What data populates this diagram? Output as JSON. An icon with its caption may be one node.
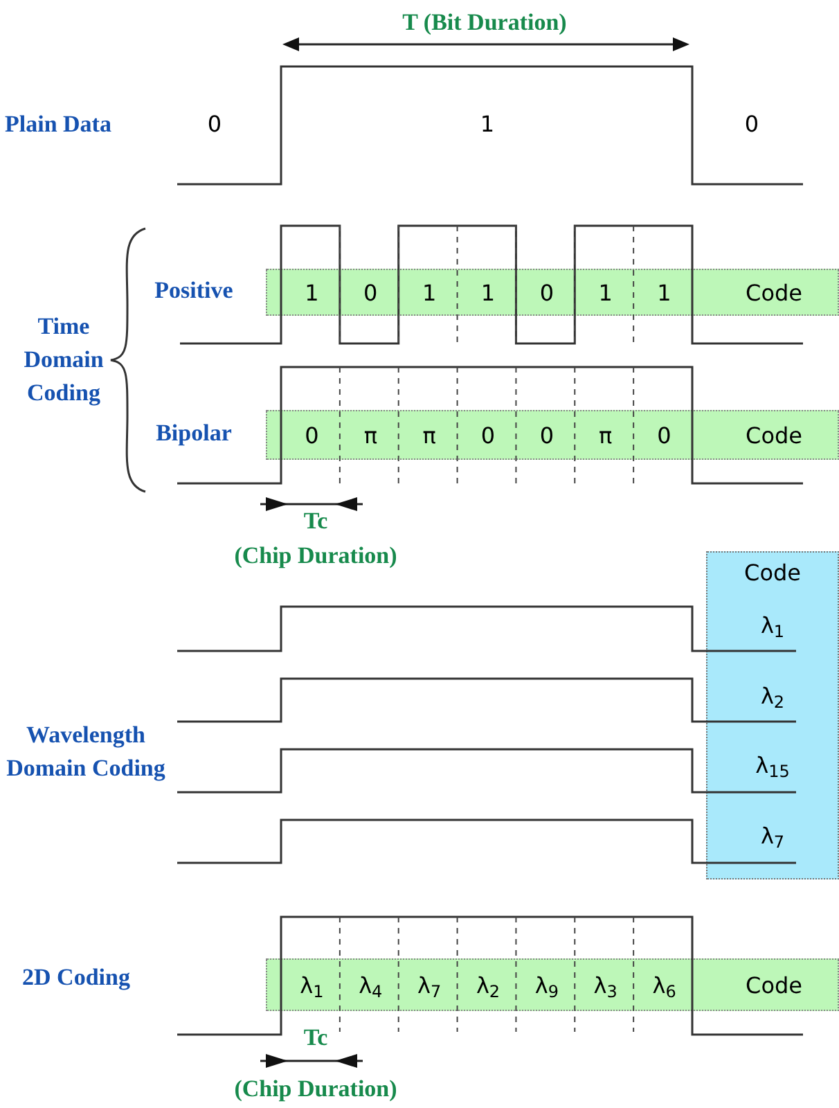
{
  "diagram": {
    "nodes": [
      {
        "text": [
          "1",
          "0",
          "1",
          "1",
          "0",
          "1",
          "1",
          "Code"
        ]
      },
      {
        "text": [
          "0",
          "π",
          "π",
          "0",
          "0",
          "π",
          "0",
          "Code"
        ]
      },
      {
        "text": [
          "Code",
          "λ$_{1}$",
          "λ$_{2}$",
          "λ$_{15}$",
          "λ$_{7}$"
        ]
      },
      {
        "text": [
          "λ$_{1}$",
          "λ$_{4}$",
          "λ$_{7}$",
          "λ$_{2}$",
          "λ$_{9}$",
          "λ$_{3}$",
          "λ$_{6}$",
          "Code"
        ]
      }
    ],
    "labels": [
      "T (Bit Duration)",
      "Plain Data",
      "0",
      "1",
      "0",
      "Positive",
      "Time Domain Coding",
      "Bipolar",
      "Tc",
      "(Chip Duration)",
      "Wavelength Domain Coding",
      "2D Coding",
      "Tc",
      "(Chip Duration)"
    ]
  }
}
